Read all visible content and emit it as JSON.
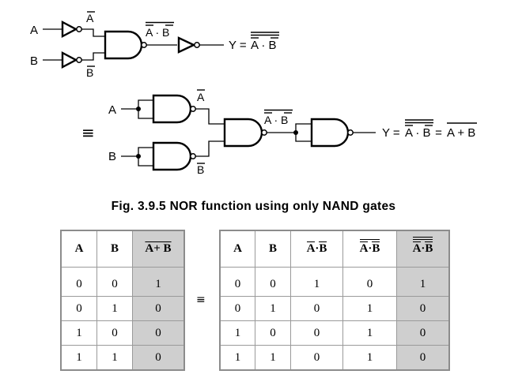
{
  "circuit_top": {
    "input_a": "A",
    "input_b": "B",
    "label_not_a": "A",
    "label_not_b": "B",
    "label_nand_out": "A · B",
    "output_expr_prefix": "Y = ",
    "output_expr": "A · B"
  },
  "equivalence_symbol": "≡",
  "circuit_middle": {
    "input_a": "A",
    "input_b": "B",
    "label_not_a": "A",
    "label_not_b": "B",
    "label_nand_out": "A · B",
    "output_expr_prefix": "Y = ",
    "output_expr_1": "A · B",
    "output_expr_equals": " = ",
    "output_expr_2": "A + B"
  },
  "caption": "Fig. 3.9.5 NOR function using only NAND gates",
  "truth_table_left": {
    "headers": [
      "A",
      "B",
      "A+ B"
    ],
    "rows": [
      [
        "0",
        "0",
        "1"
      ],
      [
        "0",
        "1",
        "0"
      ],
      [
        "1",
        "0",
        "0"
      ],
      [
        "1",
        "1",
        "0"
      ]
    ]
  },
  "tables_equivalence": "≡",
  "truth_table_right": {
    "headers": [
      "A",
      "B",
      "A·B",
      "A·B",
      "A·B"
    ],
    "rows": [
      [
        "0",
        "0",
        "1",
        "0",
        "1"
      ],
      [
        "0",
        "1",
        "0",
        "1",
        "0"
      ],
      [
        "1",
        "0",
        "0",
        "1",
        "0"
      ],
      [
        "1",
        "1",
        "0",
        "1",
        "0"
      ]
    ]
  },
  "colors": {
    "highlight_column": "#cfcfcf",
    "table_border": "#8c8c8c"
  }
}
